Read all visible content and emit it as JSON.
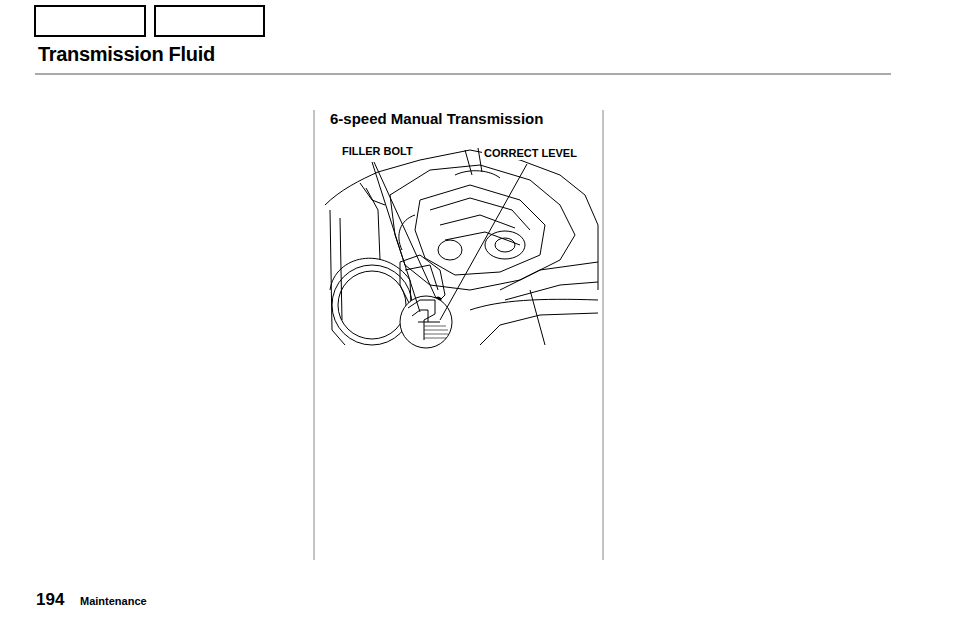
{
  "diagram": {
    "title": "Transmission Fluid",
    "labels": [
      "6-speed Manual Transmission",
      "FILLER BOLT",
      "CORRECT LEVEL",
      "194",
      "Maintenance"
    ]
  }
}
